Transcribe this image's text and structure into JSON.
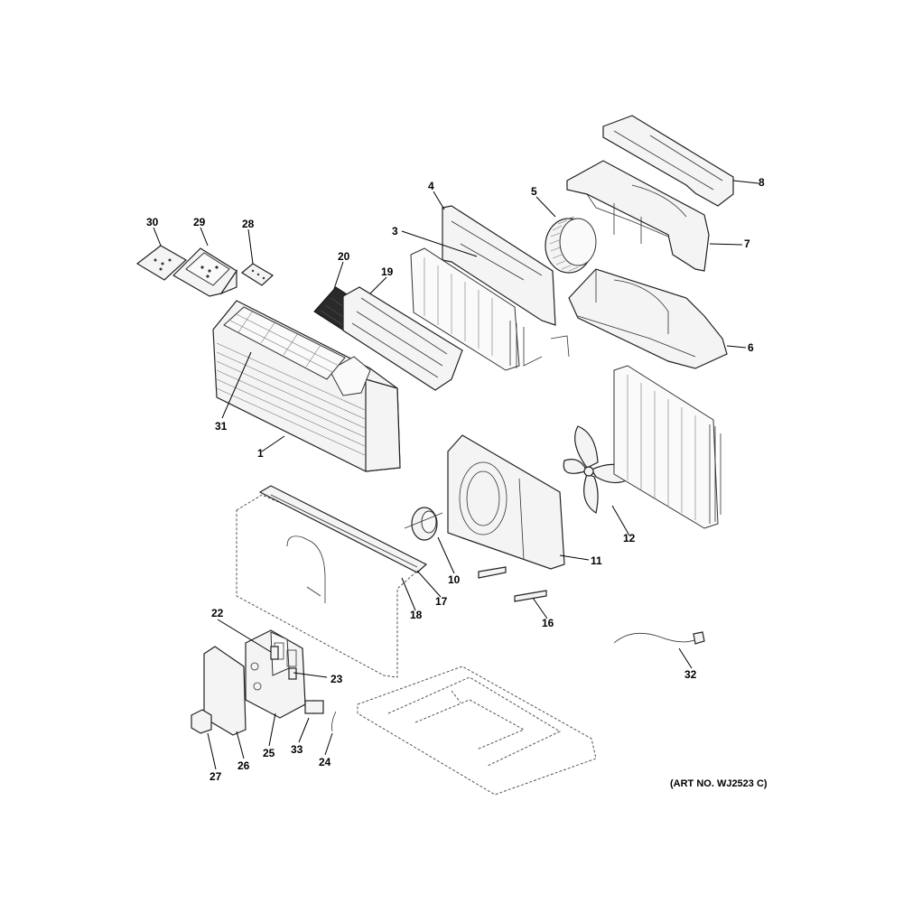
{
  "art_number": "(ART NO. WJ2523 C)",
  "callouts": {
    "c1": "1",
    "c3": "3",
    "c4": "4",
    "c5": "5",
    "c6": "6",
    "c7": "7",
    "c8": "8",
    "c10": "10",
    "c11": "11",
    "c12": "12",
    "c16": "16",
    "c17": "17",
    "c18": "18",
    "c19": "19",
    "c20": "20",
    "c22": "22",
    "c23": "23",
    "c24": "24",
    "c25": "25",
    "c26": "26",
    "c27": "27",
    "c28": "28",
    "c29": "29",
    "c30": "30",
    "c31": "31",
    "c32": "32",
    "c33": "33"
  }
}
